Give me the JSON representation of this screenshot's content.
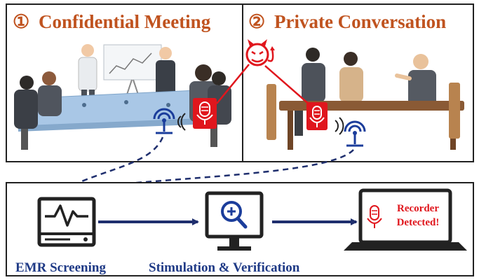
{
  "panels": {
    "meeting": {
      "number": "①",
      "title": "Confidential Meeting"
    },
    "conversation": {
      "number": "②",
      "title": "Private Conversation"
    }
  },
  "workflow": {
    "steps": [
      {
        "label": "EMR Screening",
        "icon": "waveform-monitor-icon"
      },
      {
        "label": "Stimulation & Verification",
        "icon": "magnifier-monitor-icon"
      },
      {
        "label": "Recorder Detected!",
        "icon": "recorder-alert-laptop-icon"
      }
    ],
    "detected_line1": "Recorder",
    "detected_line2": "Detected!"
  },
  "colors": {
    "title": "#c0531f",
    "caption": "#1f3a86",
    "alert": "#e0161d",
    "arrow": "#1f2f6e",
    "frame": "#222222"
  }
}
